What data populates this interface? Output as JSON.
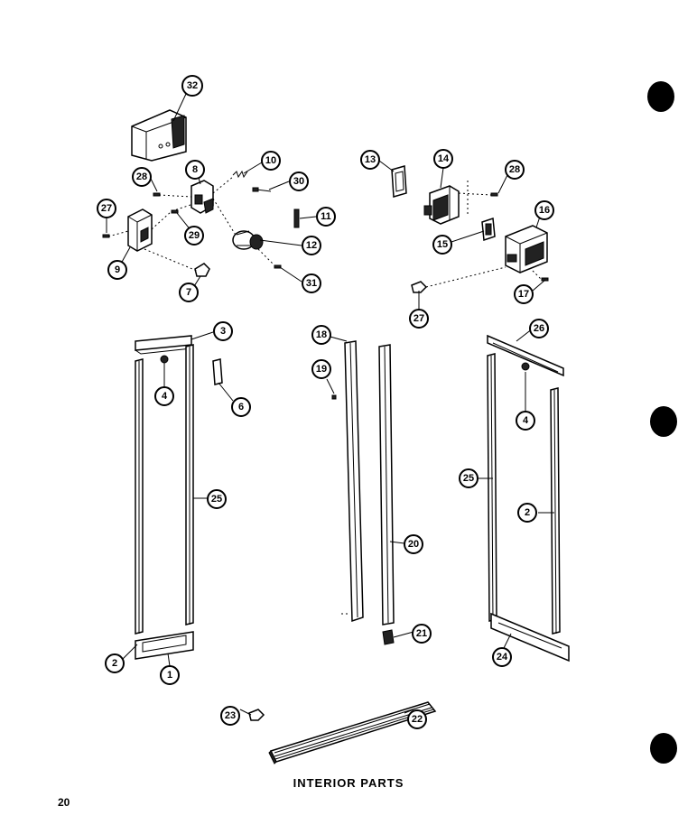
{
  "caption": "INTERIOR PARTS",
  "page_number": "20",
  "callouts": [
    "32",
    "28",
    "8",
    "10",
    "30",
    "11",
    "27",
    "9",
    "29",
    "12",
    "7",
    "31",
    "13",
    "14",
    "28",
    "15",
    "16",
    "17",
    "27",
    "3",
    "4",
    "6",
    "25",
    "2",
    "1",
    "18",
    "19",
    "20",
    "21",
    "23",
    "22",
    "26",
    "4",
    "25",
    "2",
    "24"
  ]
}
